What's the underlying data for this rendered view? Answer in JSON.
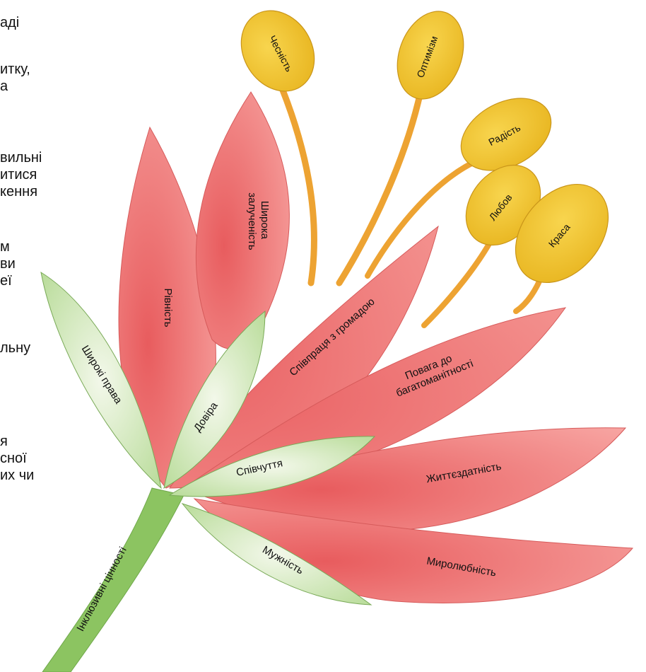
{
  "text_fragment": {
    "lines": [
      "аді",
      "итку,",
      "а",
      "вильні",
      "итися",
      "кення",
      "м",
      "ви",
      "еї",
      "льну",
      "я",
      "сної",
      "их чи"
    ]
  },
  "diagram": {
    "stem": "Інклюзивні цінності",
    "petals": {
      "shyroki_prava": "Широкі права",
      "rivnist": "Рівність",
      "shyroka_zaluchenist": "Широка залученість",
      "dovira": "Довіра",
      "spivpratsia": "Співпраця з громадою",
      "povaha": "Повага до багатоманітності",
      "spivchuttia": "Співчуття",
      "zhyttiezdatnist": "Життєздатність",
      "muzhnist": "Мужність",
      "myroliubnist": "Миролюбність"
    },
    "stamens": {
      "chesnist": "Чесність",
      "optymizm": "Оптимізм",
      "radist": "Радість",
      "liubov": "Любов",
      "krasa": "Краса"
    }
  },
  "colors": {
    "petal_red": "#ee7272",
    "petal_red_light": "#f59a98",
    "leaf_green": "#d9ecc4",
    "stem_green": "#8cc461",
    "anther_yellow": "#f2c42e",
    "filament_orange": "#eda332"
  }
}
